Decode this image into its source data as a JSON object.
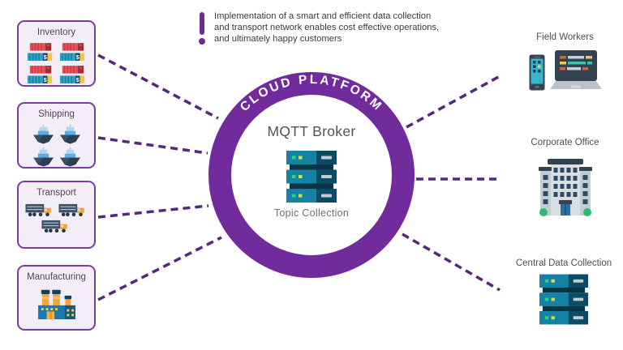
{
  "note": {
    "lines": [
      "Implementation of a smart and efficient data collection",
      "and transport network enables cost effective operations,",
      "and ultimately happy customers"
    ]
  },
  "center": {
    "ring_label": "CLOUD PLATFORM",
    "title": "MQTT Broker",
    "subtitle": "Topic Collection",
    "icon": "server-stack-icon"
  },
  "left_nodes": [
    {
      "label": "Inventory",
      "icon": "cargo-containers-icon"
    },
    {
      "label": "Shipping",
      "icon": "ships-icon"
    },
    {
      "label": "Transport",
      "icon": "trucks-icon"
    },
    {
      "label": "Manufacturing",
      "icon": "factory-icon"
    }
  ],
  "right_nodes": [
    {
      "label": "Field Workers",
      "icon": "phone-and-laptop-icon"
    },
    {
      "label": "Corporate Office",
      "icon": "office-building-icon"
    },
    {
      "label": "Central Data Collection",
      "icon": "server-stack-icon"
    }
  ],
  "icons": {
    "dollar_glyph": "$"
  },
  "colors": {
    "ring_purple": "#712b9c",
    "dash_purple": "#53297b",
    "box_border": "#7b3ca0",
    "box_bg": "#f3edf8",
    "note_icon": "#6b2d91"
  }
}
